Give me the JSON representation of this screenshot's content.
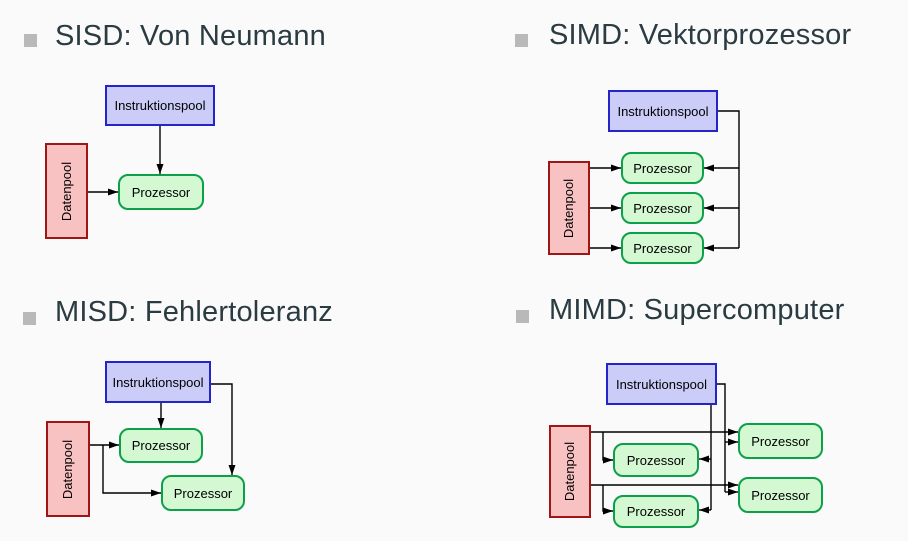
{
  "slide": {
    "background": "#fafafa",
    "description": "Flynn taxonomy overview with four architecture diagrams"
  },
  "labels": {
    "instruction_pool": "Instruktionspool",
    "data_pool": "Datenpool",
    "processor": "Prozessor"
  },
  "colors": {
    "page_bg": "#fafafa",
    "title_text": "#2a3b42",
    "bullet": "#b9b9b9",
    "instruction_fill": "#ccccf8",
    "instruction_border": "#2424c8",
    "processor_fill": "#d4f8d2",
    "processor_border": "#0da04a",
    "data_fill": "#f9c2c2",
    "data_border": "#a01616",
    "connector": "#000000"
  },
  "quadrants": [
    {
      "id": "sisd",
      "title": "SISD: Von Neumann"
    },
    {
      "id": "simd",
      "title": "SIMD: Vektorprozessor"
    },
    {
      "id": "misd",
      "title": "MISD: Fehlertoleranz"
    },
    {
      "id": "mimd",
      "title": "MIMD: Supercomputer"
    }
  ]
}
